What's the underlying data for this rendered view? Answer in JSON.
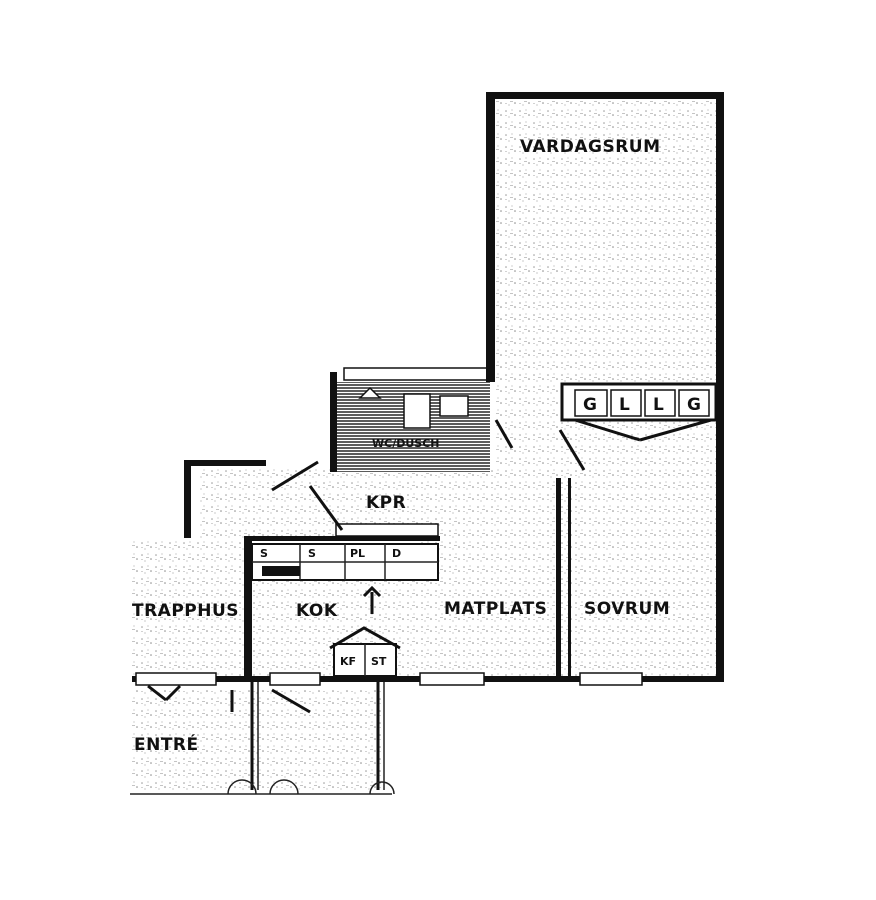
{
  "rooms": {
    "vardagsrum": "VARDAGSRUM",
    "wc_dusch": "WC/DUSCH",
    "kpr": "KPR",
    "kok": "KOK",
    "matplats": "MATPLATS",
    "sovrum": "SOVRUM",
    "trapphus": "TRAPPHUS",
    "entre": "ENTRÉ"
  },
  "closets": [
    "G",
    "L",
    "L",
    "G"
  ],
  "kitchen_units": [
    "S",
    "S",
    "PL",
    "D"
  ],
  "appliances": [
    "KF",
    "ST"
  ],
  "colors": {
    "ink": "#111111",
    "paper": "#ffffff",
    "hatch": "#bbbbbb"
  }
}
